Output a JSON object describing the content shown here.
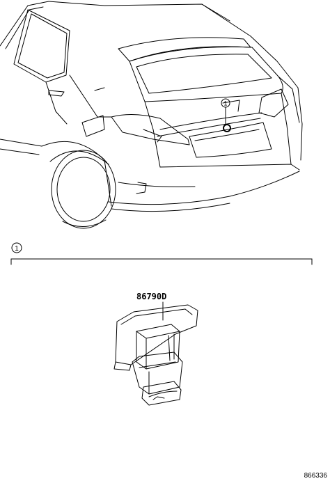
{
  "callouts": {
    "car_marker": "1",
    "detail_marker": "1"
  },
  "part": {
    "number": "86790D"
  },
  "diagram": {
    "id": "866336"
  },
  "colors": {
    "line": "#000000",
    "background": "#ffffff"
  }
}
